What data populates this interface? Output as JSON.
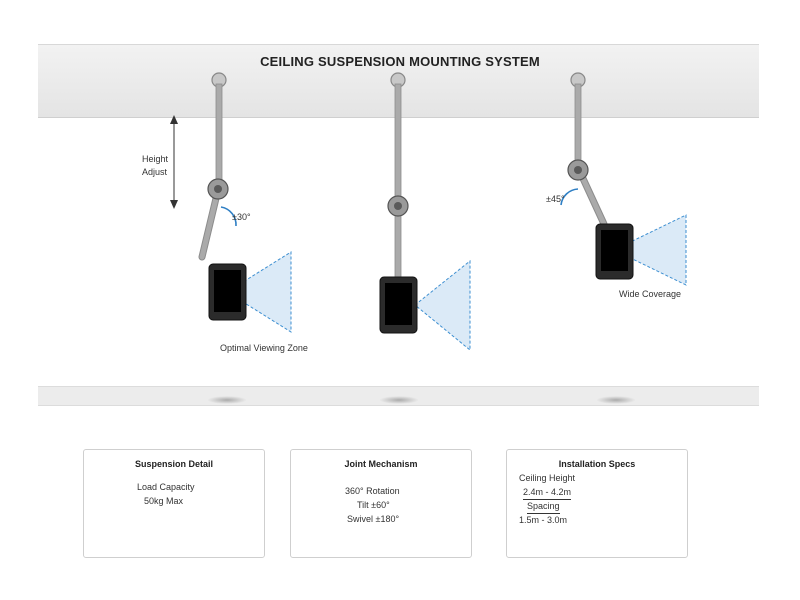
{
  "title": "CEILING SUSPENSION MOUNTING SYSTEM",
  "labels": {
    "height_adjust_line1": "Height",
    "height_adjust_line2": "Adjust",
    "angle_left": "±30°",
    "angle_right": "±45°",
    "optimal_zone": "Optimal Viewing Zone",
    "wide_coverage": "Wide Coverage"
  },
  "panels": {
    "suspension": {
      "title": "Suspension Detail",
      "line1": "Load Capacity",
      "line2": "50kg Max"
    },
    "joint": {
      "title": "Joint Mechanism",
      "line1": "360° Rotation",
      "line2": "Tilt ±60°",
      "line3": "Swivel ±180°"
    },
    "installation": {
      "title": "Installation Specs",
      "ceiling_label": "Ceiling Height",
      "ceiling_value": "2.4m - 4.2m",
      "spacing_label": "Spacing",
      "spacing_value": "1.5m - 3.0m"
    }
  },
  "colors": {
    "pole": "#a9a9a9",
    "screen_body": "#2b2b2b",
    "screen": "#000000",
    "view_cone_fill": "#dbeaf7",
    "view_cone_stroke": "#3d8fd1",
    "angle_arc": "#2f7fc4"
  }
}
